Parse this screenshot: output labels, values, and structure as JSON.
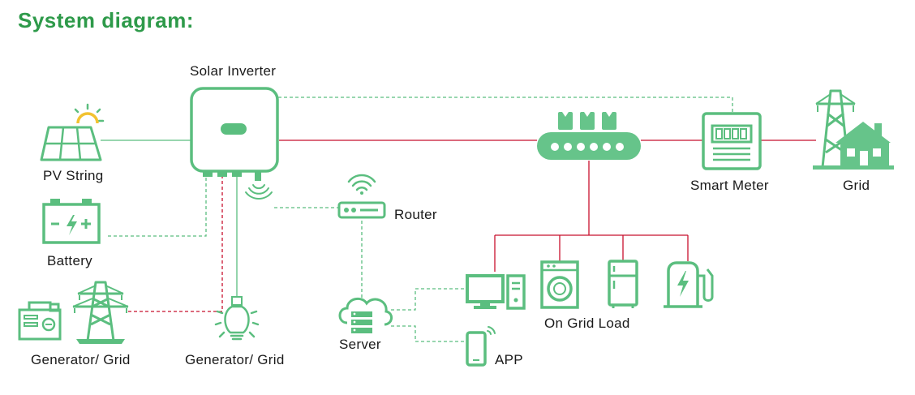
{
  "title": "System diagram:",
  "colors": {
    "green": "#5bbe7f",
    "green_fill": "#66c48a",
    "red": "#c8102e",
    "title": "#2e9a4a",
    "yellow": "#f2c230"
  },
  "labels": {
    "solar_inverter": "Solar Inverter",
    "pv_string": "PV String",
    "battery": "Battery",
    "generator_grid_left": "Generator/ Grid",
    "generator_grid_bulb": "Generator/ Grid",
    "router": "Router",
    "server": "Server",
    "app": "APP",
    "on_grid_load": "On Grid Load",
    "smart_meter": "Smart Meter",
    "grid": "Grid"
  },
  "icons": {
    "solar_inverter": "inverter-icon",
    "pv_string": "solar-panel-icon",
    "battery": "battery-icon",
    "generator": "generator-icon",
    "pylon": "power-pylon-icon",
    "bulb": "light-bulb-icon",
    "router": "wifi-router-icon",
    "server": "cloud-server-icon",
    "computer": "desktop-computer-icon",
    "phone": "smartphone-icon",
    "washer": "washing-machine-icon",
    "fridge": "refrigerator-icon",
    "charger": "ev-charger-icon",
    "breaker": "distribution-box-icon",
    "meter": "smart-meter-icon",
    "grid": "grid-house-icon"
  }
}
